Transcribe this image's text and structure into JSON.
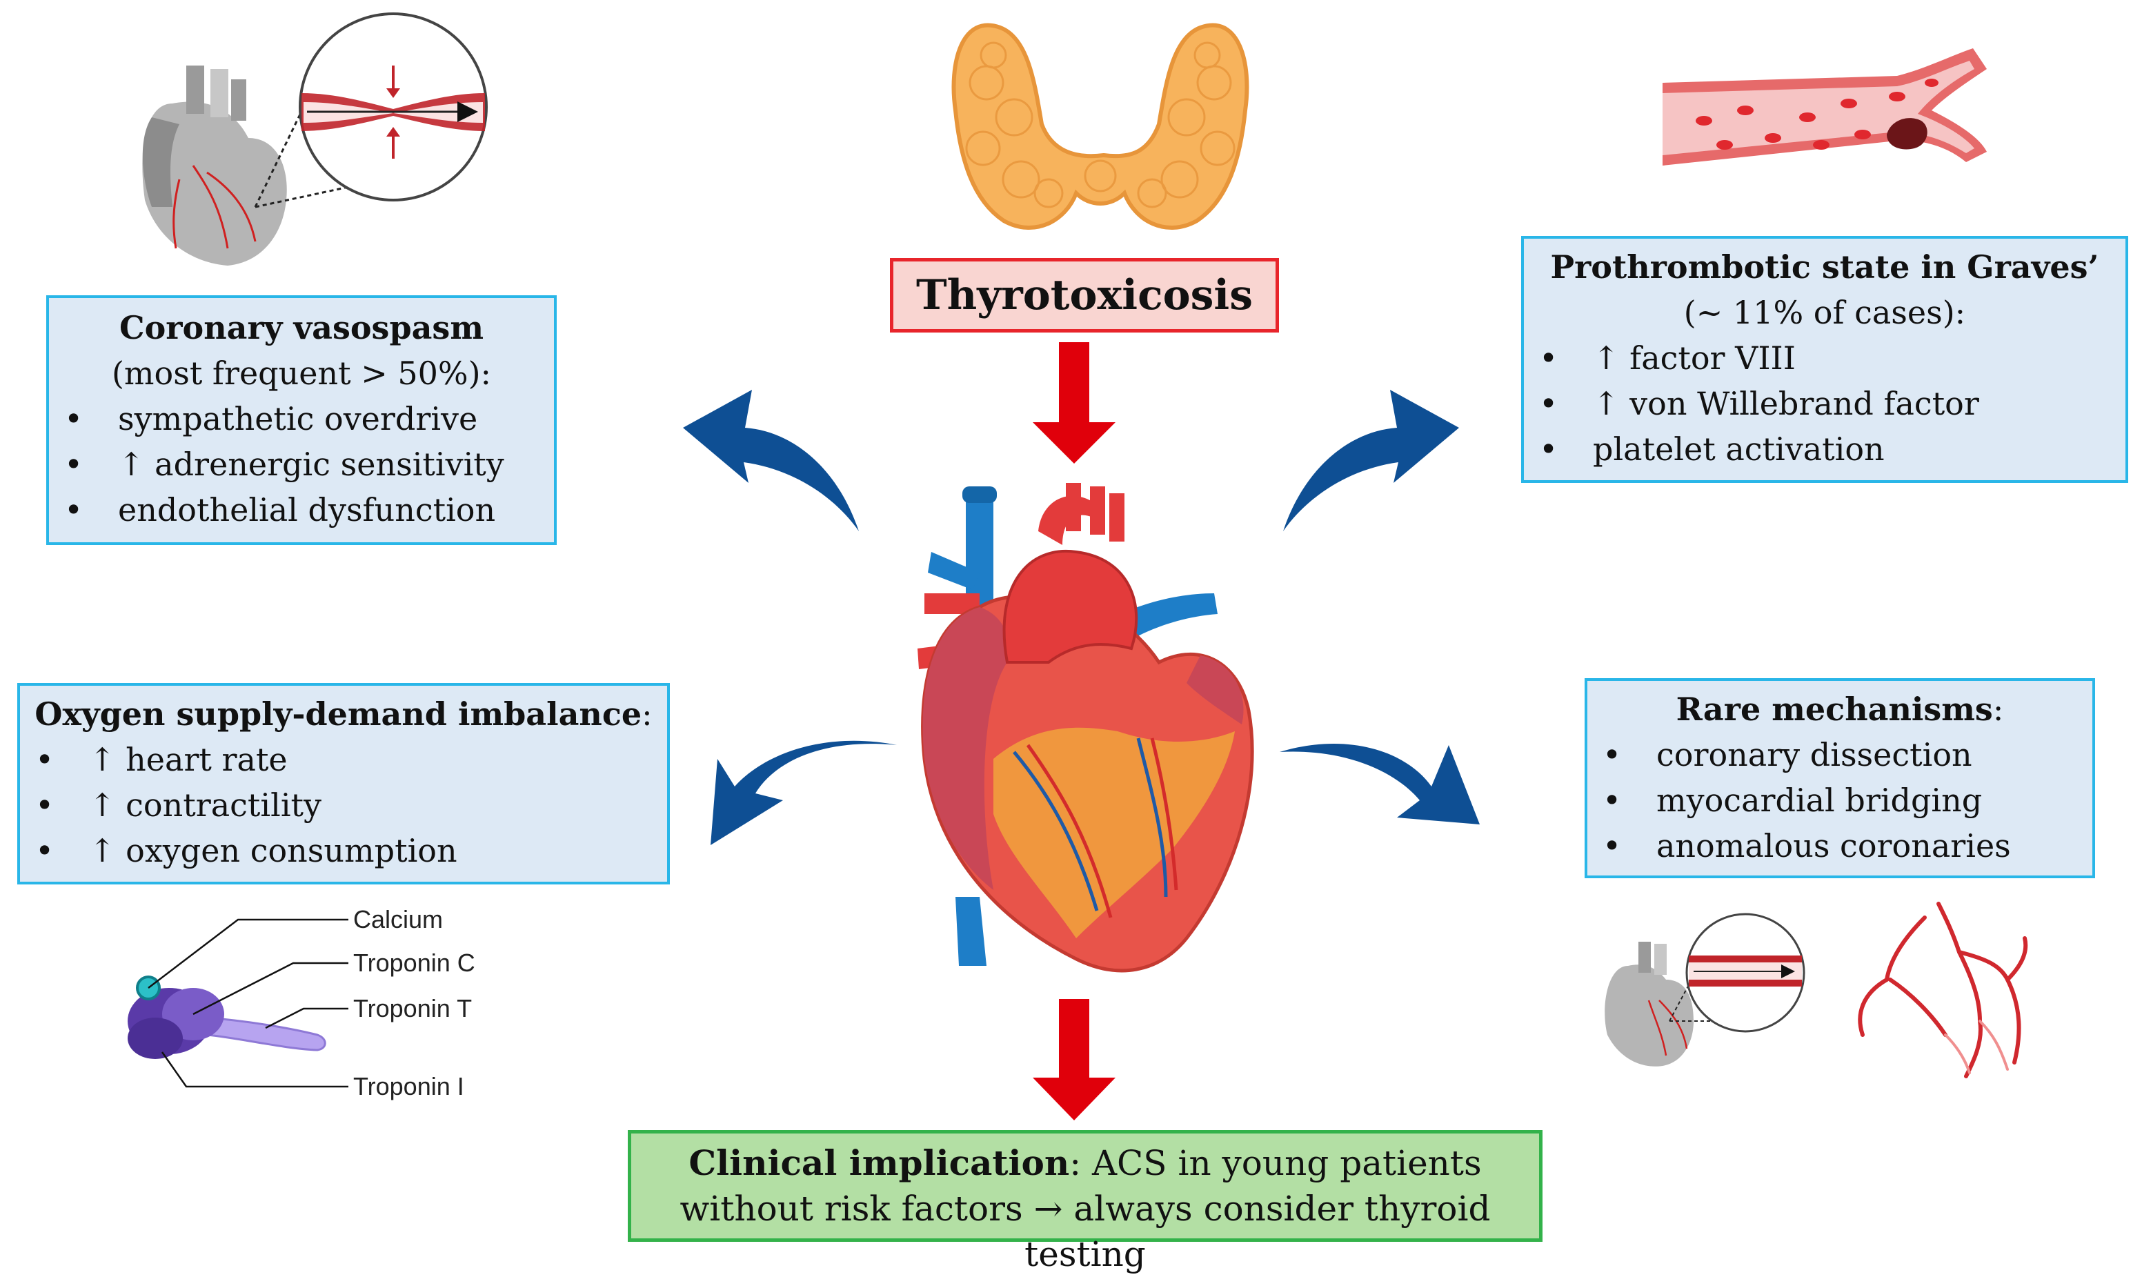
{
  "thyrotoxicosis": {
    "label": "Thyrotoxicosis"
  },
  "vasospasm": {
    "title": "Coronary vasospasm",
    "subtitle": "(most frequent > 50%):",
    "items": [
      "sympathetic overdrive",
      "↑ adrenergic sensitivity",
      "endothelial dysfunction"
    ]
  },
  "prothrombotic": {
    "title": "Prothrombotic state in Graves’",
    "subtitle": "(~ 11% of cases):",
    "items": [
      "↑ factor VIII",
      "↑ von Willebrand factor",
      "platelet activation"
    ]
  },
  "oxygen": {
    "title": "Oxygen supply-demand imbalance",
    "title_suffix": ":",
    "items": [
      "↑ heart rate",
      "↑ contractility",
      "↑ oxygen consumption"
    ]
  },
  "rare": {
    "title": "Rare mechanisms",
    "title_suffix": ":",
    "items": [
      "coronary dissection",
      "myocardial bridging",
      "anomalous coronaries"
    ]
  },
  "troponin": {
    "labels": [
      "Calcium",
      "Troponin C",
      "Troponin T",
      "Troponin I"
    ]
  },
  "clinical": {
    "title": "Clinical implication",
    "text_line1": ": ACS in young patients",
    "text_line2": "without risk factors → always consider thyroid testing"
  },
  "bullet": "•",
  "colors": {
    "box_fill": "#dde9f5",
    "box_border": "#29b6e8",
    "arrow_red": "#e0000b",
    "arrow_blue": "#0e4f94",
    "thyro_fill": "#f9d5d1",
    "thyro_border": "#e8252b",
    "clinical_fill": "#b3dfa4",
    "clinical_border": "#33b24a"
  },
  "icons": [
    "thyroid-gland-icon",
    "heart-anatomy-icon",
    "coronary-artery-heart-icon",
    "blood-vessel-clot-icon",
    "troponin-complex-icon",
    "coronary-tree-icon"
  ]
}
